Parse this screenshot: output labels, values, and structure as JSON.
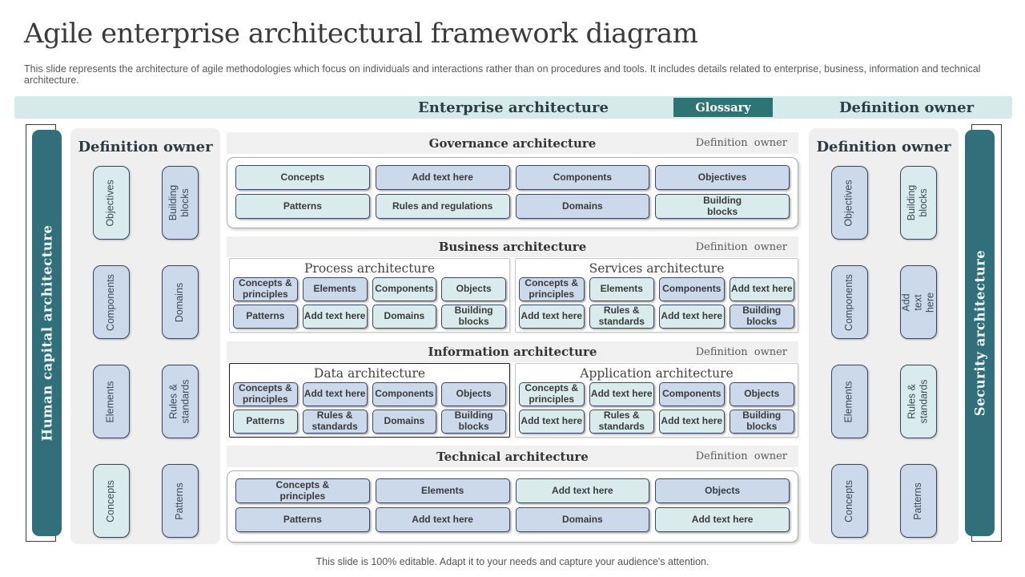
{
  "page": {
    "title": "Agile enterprise architectural framework diagram",
    "subtitle": "This slide represents the architecture of agile methodologies which focus on individuals and interactions rather than on procedures and tools. It includes details related to enterprise, business, information and technical architecture.",
    "footer": "This slide is 100% editable. Adapt it to your needs and capture your audience's attention."
  },
  "colors": {
    "teal_rail": "#31707B",
    "glossary_teal": "#2D7474",
    "banner_bg": "#D4EAEB",
    "panel_gray": "#EFEFEF",
    "cyan_box": "#D9ECEB",
    "blue_box": "#CBD9EB",
    "box_border": "#3A4A66"
  },
  "banner": {
    "title": "Enterprise architecture",
    "glossary_label": "Glossary",
    "definition_owner_label": "Definition owner"
  },
  "left_rail": {
    "label": "Human capital architecture"
  },
  "right_rail": {
    "label": "Security architecture"
  },
  "left_panel": {
    "heading": "Definition owner",
    "boxes": [
      {
        "label": "Objectives",
        "color": "cyan"
      },
      {
        "label": "Building blocks",
        "color": "blue"
      },
      {
        "label": "Components",
        "color": "blue"
      },
      {
        "label": "Domains",
        "color": "blue"
      },
      {
        "label": "Elements",
        "color": "blue"
      },
      {
        "label": "Rules & standards",
        "color": "blue"
      },
      {
        "label": "Concepts",
        "color": "cyan"
      },
      {
        "label": "Patterns",
        "color": "blue"
      }
    ]
  },
  "right_panel": {
    "heading": "Definition owner",
    "boxes": [
      {
        "label": "Objectives",
        "color": "blue"
      },
      {
        "label": "Building blocks",
        "color": "cyan"
      },
      {
        "label": "Components",
        "color": "blue"
      },
      {
        "label": "Add text here",
        "color": "blue"
      },
      {
        "label": "Elements",
        "color": "blue"
      },
      {
        "label": "Rules & standards",
        "color": "cyan"
      },
      {
        "label": "Concepts",
        "color": "blue"
      },
      {
        "label": "Patterns",
        "color": "blue"
      }
    ]
  },
  "sections": [
    {
      "title": "Governance architecture",
      "owner": "Definition owner",
      "panels": [
        {
          "title": "",
          "cells": [
            {
              "label": "Concepts",
              "color": "cyan"
            },
            {
              "label": "Add text here",
              "color": "blue"
            },
            {
              "label": "Components",
              "color": "blue"
            },
            {
              "label": "Objectives",
              "color": "blue"
            },
            {
              "label": "Patterns",
              "color": "cyan"
            },
            {
              "label": "Rules and regulations",
              "color": "cyan"
            },
            {
              "label": "Domains",
              "color": "blue"
            },
            {
              "label": "Building\nblocks",
              "color": "cyan"
            }
          ]
        }
      ]
    },
    {
      "title": "Business architecture",
      "owner": "Definition owner",
      "panels": [
        {
          "title": "Process architecture",
          "cells": [
            {
              "label": "Concepts & principles",
              "color": "blue"
            },
            {
              "label": "Elements",
              "color": "blue"
            },
            {
              "label": "Components",
              "color": "cyan"
            },
            {
              "label": "Objects",
              "color": "cyan"
            },
            {
              "label": "Patterns",
              "color": "blue"
            },
            {
              "label": "Add text here",
              "color": "cyan"
            },
            {
              "label": "Domains",
              "color": "cyan"
            },
            {
              "label": "Building blocks",
              "color": "cyan"
            }
          ]
        },
        {
          "title": "Services architecture",
          "cells": [
            {
              "label": "Concepts & principles",
              "color": "blue"
            },
            {
              "label": "Elements",
              "color": "cyan"
            },
            {
              "label": "Components",
              "color": "blue"
            },
            {
              "label": "Add text here",
              "color": "cyan"
            },
            {
              "label": "Add text here",
              "color": "cyan"
            },
            {
              "label": "Rules & standards",
              "color": "cyan"
            },
            {
              "label": "Add text here",
              "color": "cyan"
            },
            {
              "label": "Building blocks",
              "color": "blue"
            }
          ]
        }
      ]
    },
    {
      "title": "Information architecture",
      "owner": "Definition owner",
      "panels": [
        {
          "title": "Data architecture",
          "cells": [
            {
              "label": "Concepts & principles",
              "color": "blue"
            },
            {
              "label": "Add text here",
              "color": "blue"
            },
            {
              "label": "Components",
              "color": "blue"
            },
            {
              "label": "Objects",
              "color": "blue"
            },
            {
              "label": "Patterns",
              "color": "cyan"
            },
            {
              "label": "Rules & standards",
              "color": "blue"
            },
            {
              "label": "Domains",
              "color": "blue"
            },
            {
              "label": "Building blocks",
              "color": "blue"
            }
          ]
        },
        {
          "title": "Application architecture",
          "cells": [
            {
              "label": "Concepts & principles",
              "color": "cyan"
            },
            {
              "label": "Add text here",
              "color": "cyan"
            },
            {
              "label": "Components",
              "color": "blue"
            },
            {
              "label": "Objects",
              "color": "blue"
            },
            {
              "label": "Add text here",
              "color": "cyan"
            },
            {
              "label": "Rules & standards",
              "color": "cyan"
            },
            {
              "label": "Add text here",
              "color": "cyan"
            },
            {
              "label": "Building blocks",
              "color": "blue"
            }
          ]
        }
      ]
    },
    {
      "title": "Technical architecture",
      "owner": "Definition owner",
      "panels": [
        {
          "title": "",
          "cells": [
            {
              "label": "Concepts &\nprinciples",
              "color": "blue"
            },
            {
              "label": "Elements",
              "color": "blue"
            },
            {
              "label": "Add text here",
              "color": "cyan"
            },
            {
              "label": "Objects",
              "color": "blue"
            },
            {
              "label": "Patterns",
              "color": "blue"
            },
            {
              "label": "Add text here",
              "color": "blue"
            },
            {
              "label": "Domains",
              "color": "blue"
            },
            {
              "label": "Add text here",
              "color": "cyan"
            }
          ]
        }
      ]
    }
  ]
}
